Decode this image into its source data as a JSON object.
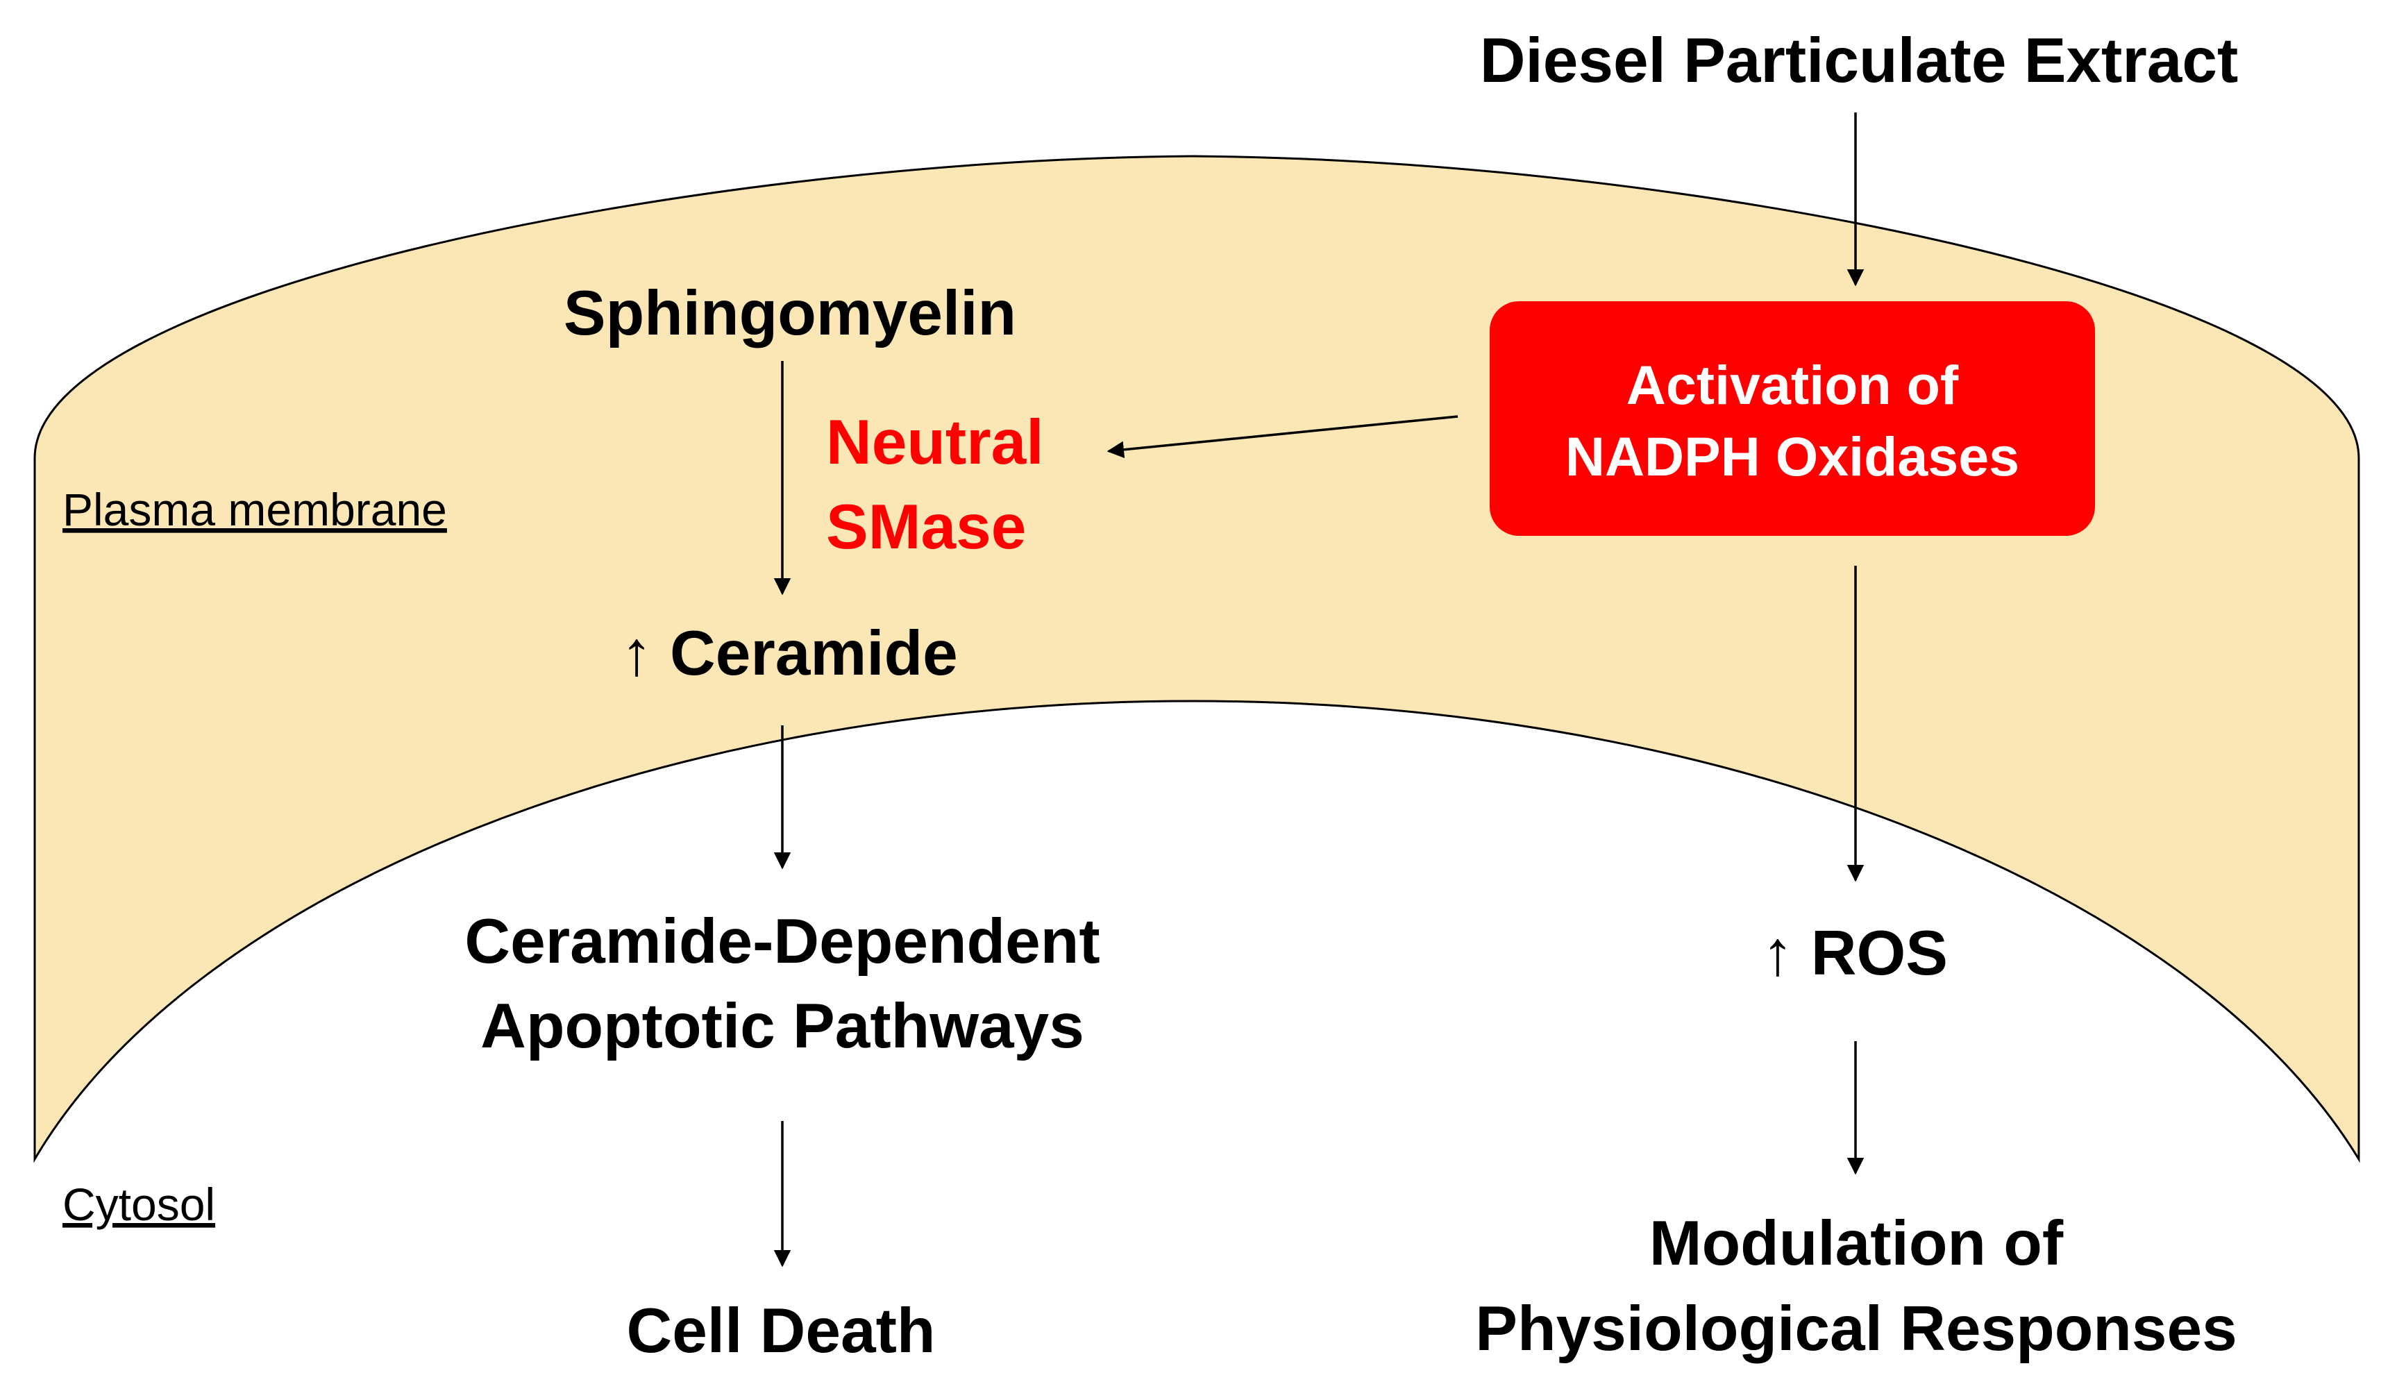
{
  "colors": {
    "membrane_fill": "#fbe6b5",
    "membrane_stroke": "#000000",
    "box_fill": "#ff0000",
    "box_text": "#ffffff",
    "enzyme_text": "#ff0000",
    "text": "#000000"
  },
  "regions": {
    "plasma_membrane": "Plasma membrane",
    "cytosol": "Cytosol"
  },
  "nodes": {
    "diesel": "Diesel Particulate Extract",
    "nadph_line1": "Activation of",
    "nadph_line2": "NADPH Oxidases",
    "sphingomyelin": "Sphingomyelin",
    "smase_line1": "Neutral",
    "smase_line2": "SMase",
    "ceramide": "↑ Ceramide",
    "apoptotic_line1": "Ceramide-Dependent",
    "apoptotic_line2": "Apoptotic Pathways",
    "cell_death": "Cell Death",
    "ros": "↑ ROS",
    "modulation_line1": "Modulation of",
    "modulation_line2": "Physiological Responses"
  },
  "edges": [
    {
      "from": "diesel",
      "to": "nadph"
    },
    {
      "from": "nadph",
      "to": "smase"
    },
    {
      "from": "nadph",
      "to": "ros"
    },
    {
      "from": "ros",
      "to": "modulation"
    },
    {
      "from": "sphingomyelin",
      "to": "ceramide"
    },
    {
      "from": "ceramide",
      "to": "apoptotic"
    },
    {
      "from": "apoptotic",
      "to": "cell_death"
    }
  ]
}
